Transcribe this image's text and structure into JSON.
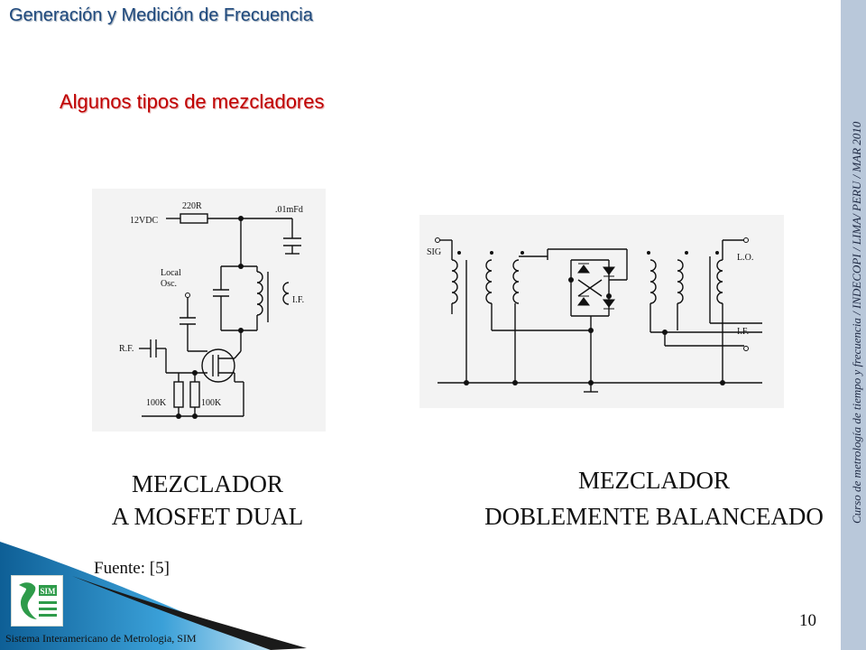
{
  "header": {
    "title": "Generación y Medición de Frecuencia"
  },
  "slide": {
    "subtitle": "Algunos tipos de mezcladores",
    "side_text": "Curso de metrología de tiempo y frecuencia / INDECOPI / LIMA/ PERU / MAR 2010",
    "page_number": "10"
  },
  "left_schematic": {
    "labels": {
      "resistor_top": "220R",
      "supply": "12VDC",
      "cap_top": ".01mFd",
      "local_osc_1": "Local",
      "local_osc_2": "Osc.",
      "if": "I.F.",
      "rf": "R.F.",
      "res_left": "100K",
      "res_right": "100K"
    },
    "caption_line1": "MEZCLADOR",
    "caption_line2": "A MOSFET DUAL"
  },
  "right_schematic": {
    "labels": {
      "sig": "SIG",
      "lo": "L.O.",
      "if": "I.F."
    },
    "caption_line1": "MEZCLADOR",
    "caption_line2": "DOBLEMENTE BALANCEADO"
  },
  "source": "Fuente: [5]",
  "footer": {
    "org": "Sistema Interamericano de Metrologia, SIM",
    "logo_text": "SIM"
  },
  "colors": {
    "title": "#1f497d",
    "subtitle": "#c00000",
    "side_bar": "#b9c8da",
    "footer_blue": "#1b6fa8"
  }
}
